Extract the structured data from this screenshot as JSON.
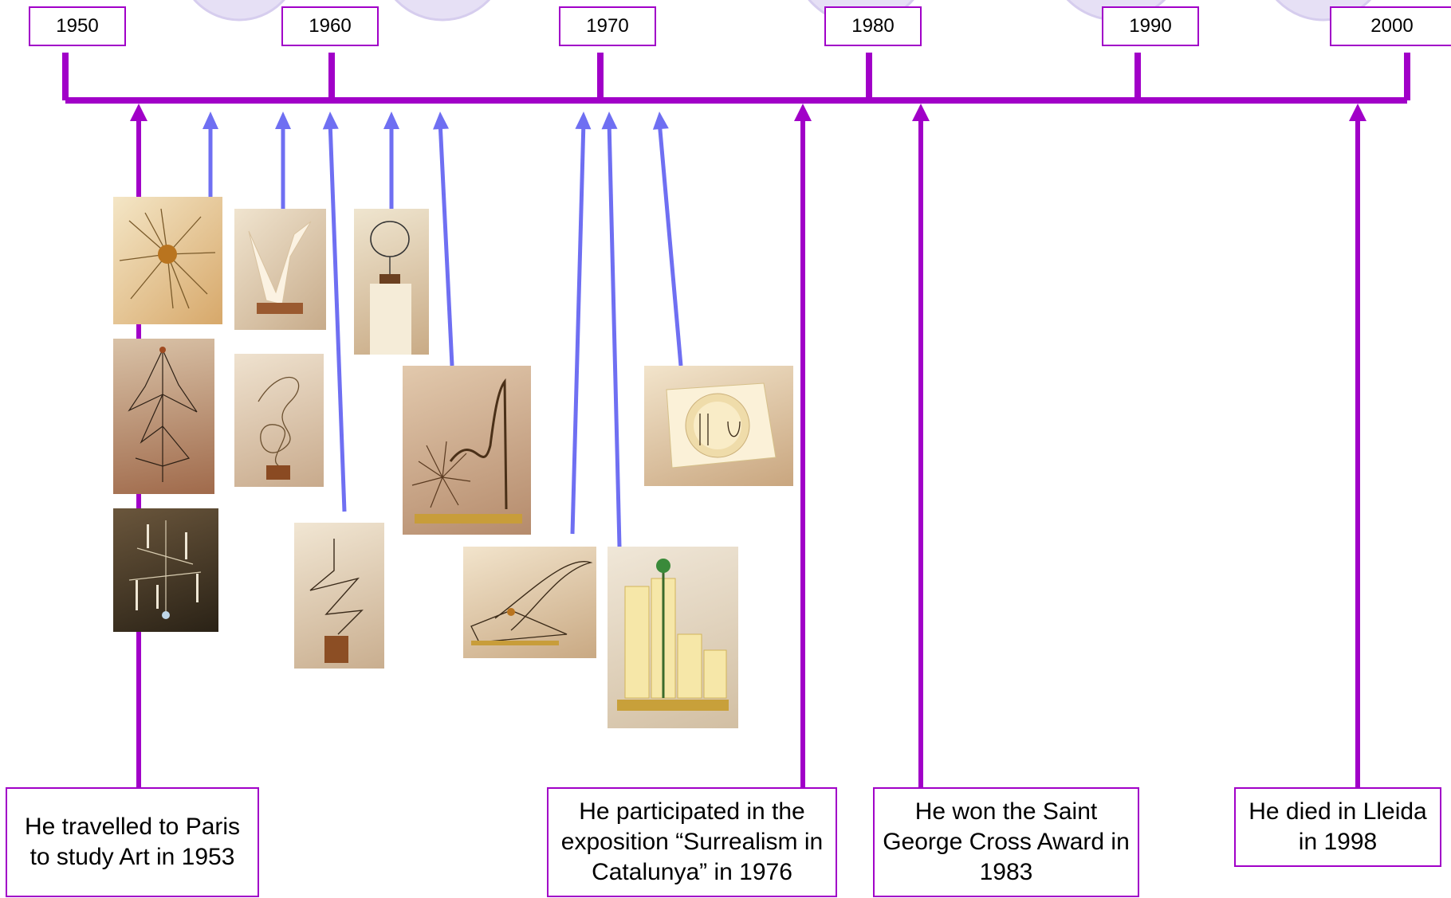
{
  "timeline": {
    "years": [
      "1950",
      "1960",
      "1970",
      "1980",
      "1990",
      "2000"
    ],
    "line_color": "#a100c8",
    "arrow_color": "#6f6ff2"
  },
  "events": [
    {
      "text": "He travelled to Paris to study Art in 1953"
    },
    {
      "text": "He participated in the exposition “Surrealism in Catalunya” in 1976"
    },
    {
      "text": "He won the Saint George Cross Award in 1983"
    },
    {
      "text": "He died in Lleida in 1998"
    }
  ],
  "artworks": [
    {
      "name": "sunburst-mobile-photo"
    },
    {
      "name": "abstract-v-sculpture-photo"
    },
    {
      "name": "ring-wire-sculpture-photo"
    },
    {
      "name": "hanging-wire-mobile-photo"
    },
    {
      "name": "scribble-wire-sculpture-photo"
    },
    {
      "name": "spiral-wheel-sculpture-photo"
    },
    {
      "name": "dark-mobile-photo"
    },
    {
      "name": "angular-wire-sculpture-photo"
    },
    {
      "name": "crescent-wire-sculpture-photo"
    },
    {
      "name": "cup-tower-sculpture-photo"
    },
    {
      "name": "block-frame-sculpture-photo"
    }
  ]
}
